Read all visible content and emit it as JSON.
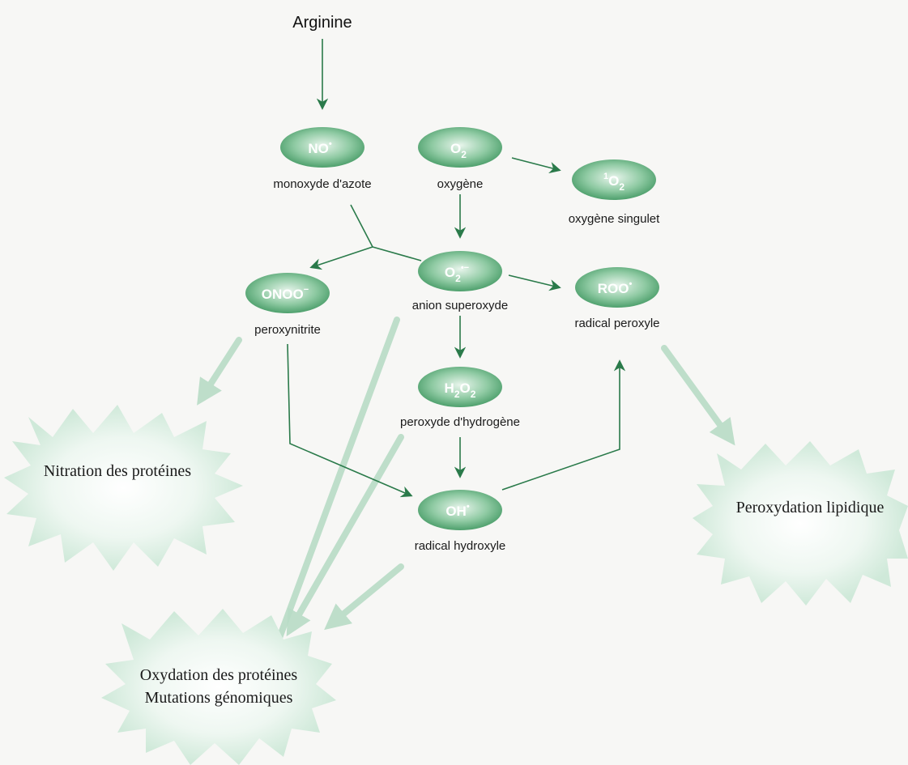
{
  "nodes": {
    "arginine": "Arginine",
    "no": {
      "label": "monoxyde d'azote"
    },
    "o2": {
      "label": "oxygène"
    },
    "singlet": {
      "label": "oxygène singulet"
    },
    "superoxide": {
      "label": "anion superoxyde"
    },
    "peroxynitrite": {
      "symbol": "ONOO",
      "label": "peroxynitrite"
    },
    "roo": {
      "symbol": "ROO",
      "label": "radical peroxyle"
    },
    "h2o2": {
      "label": "peroxyde d'hydrogène"
    },
    "oh": {
      "symbol": "OH",
      "label": "radical hydroxyle"
    }
  },
  "effects": {
    "nitration": "Nitration des protéines",
    "peroxidation": "Peroxydation lipidique",
    "oxidation_line1": "Oxydation des protéines",
    "oxidation_line2": "Mutations génomiques"
  },
  "colors": {
    "node_fill": "#5fae7e",
    "arrow": "#2a7a4a",
    "burst": "#cfe9d9"
  }
}
